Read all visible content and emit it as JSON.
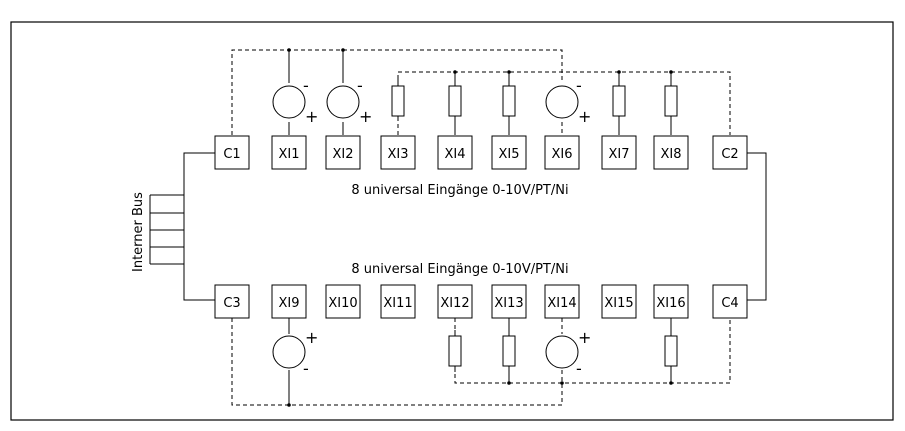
{
  "terminals_top": [
    "C1",
    "XI1",
    "XI2",
    "XI3",
    "XI4",
    "XI5",
    "XI6",
    "XI7",
    "XI8",
    "C2"
  ],
  "terminals_bottom": [
    "C3",
    "XI9",
    "XI10",
    "XI11",
    "XI12",
    "XI13",
    "XI14",
    "XI15",
    "XI16",
    "C4"
  ],
  "label_top": "8 universal Eingänge 0-10V/PT/Ni",
  "label_bottom": "8 universal Eingänge 0-10V/PT/Ni",
  "bus_label": "Interner Bus",
  "plus_sign": "+",
  "minus_sign": "-"
}
